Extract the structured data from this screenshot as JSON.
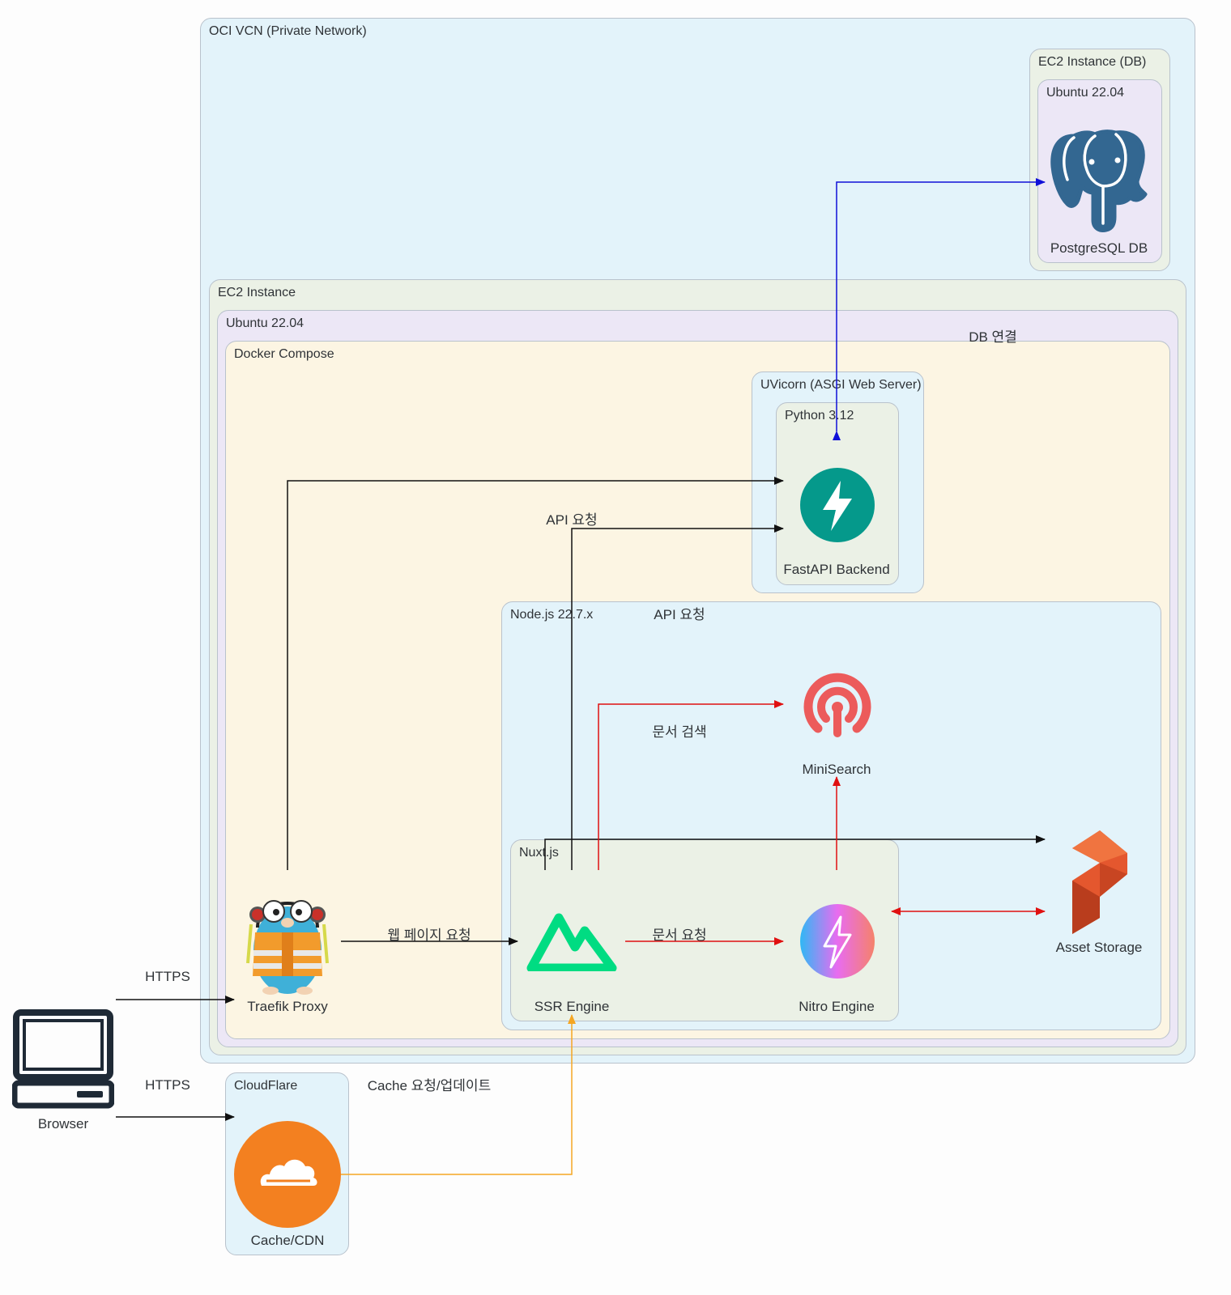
{
  "clusters": {
    "vcn": "OCI VCN (Private Network)",
    "ec2_db": "EC2 Instance (DB)",
    "ubuntu_db": "Ubuntu 22.04",
    "ec2": "EC2 Instance",
    "ubuntu": "Ubuntu 22.04",
    "docker": "Docker Compose",
    "uvicorn": "UVicorn (ASGI Web Server)",
    "python": "Python 3.12",
    "node": "Node.js 22.7.x",
    "nuxt": "Nuxt.js",
    "cloudflare": "CloudFlare"
  },
  "nodes": {
    "postgres": {
      "label": "PostgreSQL DB",
      "icon": "postgresql-elephant-icon"
    },
    "fastapi": {
      "label": "FastAPI Backend",
      "icon": "fastapi-bolt-icon"
    },
    "minisearch": {
      "label": "MiniSearch",
      "icon": "minisearch-icon"
    },
    "asset": {
      "label": "Asset Storage",
      "icon": "asset-storage-icon"
    },
    "traefik": {
      "label": "Traefik Proxy",
      "icon": "traefik-gopher-icon"
    },
    "ssr": {
      "label": "SSR Engine",
      "icon": "nuxt-logo-icon"
    },
    "nitro": {
      "label": "Nitro Engine",
      "icon": "nitro-bolt-icon"
    },
    "browser": {
      "label": "Browser",
      "icon": "computer-icon"
    },
    "cdn": {
      "label": "Cache/CDN",
      "icon": "cloudflare-cloud-icon"
    }
  },
  "edges": {
    "https_1": "HTTPS",
    "https_2": "HTTPS",
    "db_conn": "DB 연결",
    "api_req_1": "API 요청",
    "api_req_2": "API 요청",
    "doc_search": "문서 검색",
    "web_req": "웹 페이지 요청",
    "doc_req": "문서 요청",
    "cache": "Cache 요청/업데이트"
  },
  "colors": {
    "black_edge": "#111111",
    "db_edge": "#1010d8",
    "red_edge": "#e01010",
    "cache_edge": "#f5a623"
  }
}
